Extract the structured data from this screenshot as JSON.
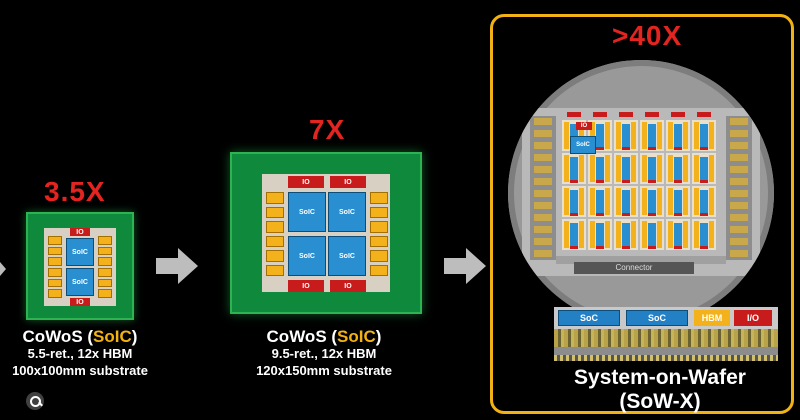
{
  "multipliers": {
    "pkg1": "3.5X",
    "pkg2": "7X",
    "pkg3": ">40X"
  },
  "pkg1": {
    "line1_prefix": "CoWoS (",
    "line1_highlight": "SoIC",
    "line1_suffix": ")",
    "line2": "5.5-ret., 12x HBM",
    "line3": "100x100mm substrate",
    "chip_labels": {
      "io": "IO",
      "soc": "SoIC"
    }
  },
  "pkg2": {
    "line1_prefix": "CoWoS (",
    "line1_highlight": "SoIC",
    "line1_suffix": ")",
    "line2": "9.5-ret., 12x HBM",
    "line3": "120x150mm substrate",
    "chip_labels": {
      "io": "IO",
      "soc": "SoIC"
    }
  },
  "pkg3": {
    "title_line1": "System-on-Wafer",
    "title_line2": "(SoW-X)",
    "wafer_labels": {
      "io": "IO",
      "soc": "SoIC",
      "connector": "Connector"
    },
    "cross_section": {
      "soc1": "SoC",
      "soc2": "SoC",
      "hbm": "HBM",
      "io": "I/O"
    }
  },
  "colors": {
    "accent_red": "#e32420",
    "accent_gold": "#f2b213",
    "die_blue": "#2a8fd0",
    "hbm_yellow": "#f3b11b",
    "package_green": "#0f8a3c"
  },
  "icons": [
    "arrow-right-icon",
    "zoom-icon"
  ]
}
